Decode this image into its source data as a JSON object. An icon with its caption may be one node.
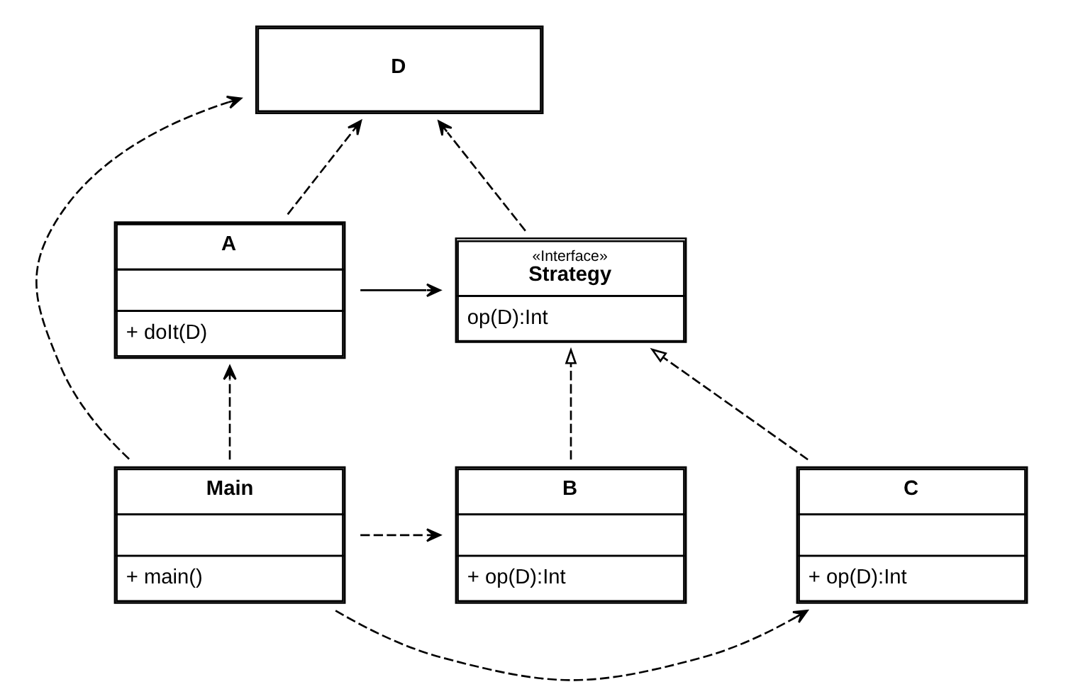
{
  "diagram": {
    "nodes": [
      {
        "text": [
          "D"
        ]
      },
      {
        "text": [
          "A",
          "+ doIt(D)"
        ]
      },
      {
        "text": [
          "«Interface»",
          "Strategy",
          "op(D):Int"
        ]
      },
      {
        "text": [
          "Main",
          "+ main()"
        ]
      },
      {
        "text": [
          "B",
          "+ op(D):Int"
        ]
      },
      {
        "text": [
          "C",
          "+ op(D):Int"
        ]
      }
    ],
    "edges": [
      {
        "from": 3,
        "to": 0,
        "arrow": "to",
        "style": "dashed"
      },
      {
        "from": 1,
        "to": 0,
        "arrow": "to",
        "style": "dashed"
      },
      {
        "from": 2,
        "to": 0,
        "arrow": "to",
        "style": "dashed"
      },
      {
        "from": 1,
        "to": 2,
        "arrow": "to"
      },
      {
        "from": 3,
        "to": 1,
        "arrow": "to",
        "style": "dashed"
      },
      {
        "from": 4,
        "to": 2,
        "arrow": "to",
        "style": "dashed"
      },
      {
        "from": 5,
        "to": 2,
        "arrow": "to",
        "style": "dashed"
      },
      {
        "from": 3,
        "to": 4,
        "arrow": "to",
        "style": "dashed"
      },
      {
        "from": 3,
        "to": 5,
        "arrow": "to",
        "style": "dashed"
      }
    ]
  }
}
